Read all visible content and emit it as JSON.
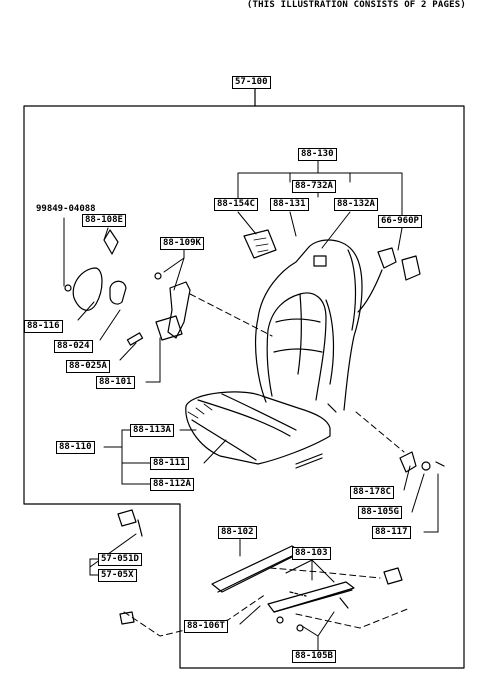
{
  "header": {
    "note": "(THIS ILLUSTRATION CONSISTS OF  2 PAGES)"
  },
  "labels": {
    "p57_100": "57-100",
    "p88_130": "88-130",
    "p88_732A": "88-732A",
    "p88_154C": "88-154C",
    "p88_131": "88-131",
    "p88_132A": "88-132A",
    "p66_960P": "66-960P",
    "p99849": "99849-04088",
    "p88_108E": "88-108E",
    "p88_109K": "88-109K",
    "p88_116": "88-116",
    "p88_024": "88-024",
    "p88_025A": "88-025A",
    "p88_101": "88-101",
    "p88_113A": "88-113A",
    "p88_110": "88-110",
    "p88_111": "88-111",
    "p88_112A": "88-112A",
    "p88_178C": "88-178C",
    "p88_105G": "88-105G",
    "p88_117": "88-117",
    "p57_051D": "57-051D",
    "p57_05X": "57-05X",
    "p88_102": "88-102",
    "p88_103": "88-103",
    "p88_106T": "88-106T",
    "p88_105B": "88-105B"
  }
}
